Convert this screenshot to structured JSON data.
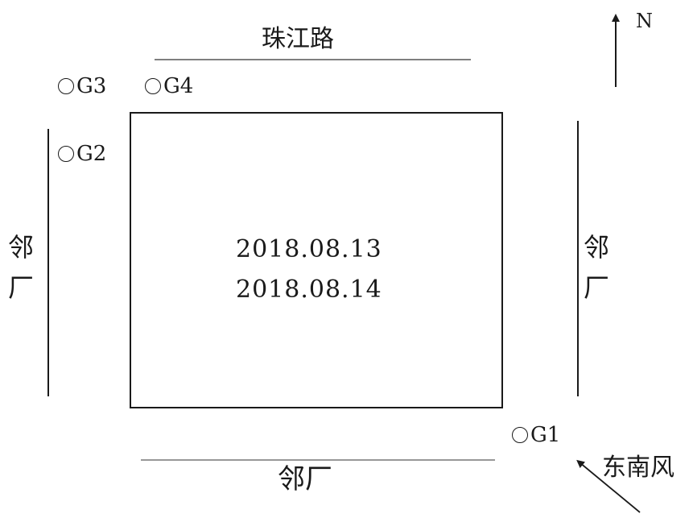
{
  "road": {
    "label": "珠江路"
  },
  "neighbors": {
    "bottom": "邻厂",
    "left": [
      "邻",
      "厂"
    ],
    "right": [
      "邻",
      "厂"
    ]
  },
  "site": {
    "dates": [
      "2018.08.13",
      "2018.08.14"
    ]
  },
  "sampling_points": {
    "g1": "G1",
    "g2": "G2",
    "g3": "G3",
    "g4": "G4"
  },
  "compass": {
    "north": "N"
  },
  "wind": {
    "label": "东南风"
  }
}
